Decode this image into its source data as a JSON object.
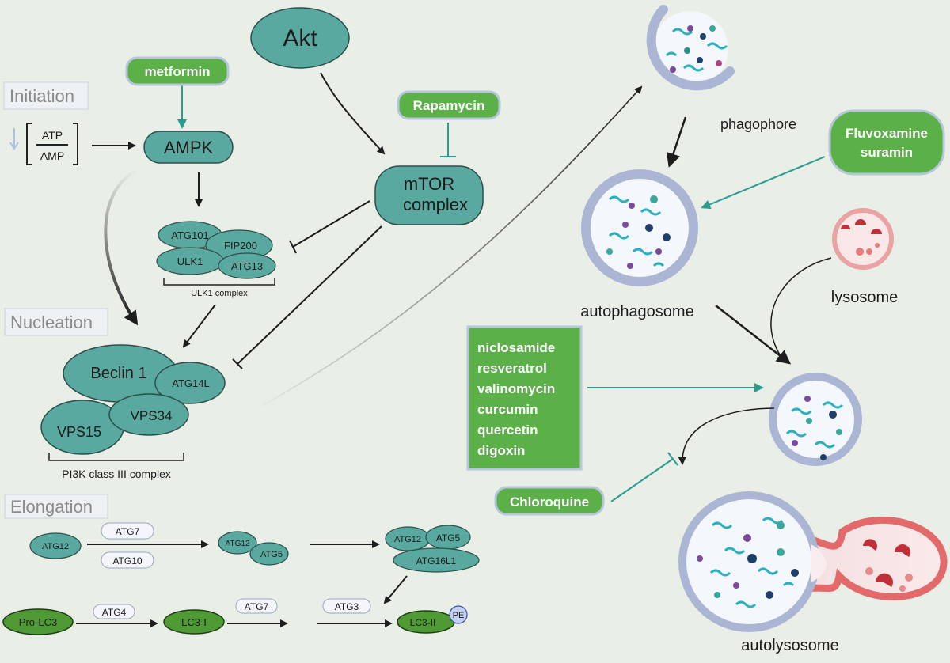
{
  "stages": {
    "initiation": "Initiation",
    "nucleation": "Nucleation",
    "elongation": "Elongation"
  },
  "ratio": {
    "top": "ATP",
    "bottom": "AMP"
  },
  "nodes": {
    "akt": "Akt",
    "ampk": "AMPK",
    "mtor_line1": "mTOR",
    "mtor_line2": "complex",
    "atg101": "ATG101",
    "fip200": "FIP200",
    "ulk1": "ULK1",
    "atg13": "ATG13",
    "ulk1_complex": "ULK1 complex",
    "beclin1": "Beclin 1",
    "atg14l": "ATG14L",
    "vps34": "VPS34",
    "vps15": "VPS15",
    "pi3k_complex": "PI3K class III complex",
    "atg12_a": "ATG12",
    "atg12_b": "ATG12",
    "atg5_b": "ATG5",
    "atg12_c": "ATG12",
    "atg5_c": "ATG5",
    "atg16l1": "ATG16L1",
    "atg7_a": "ATG7",
    "atg10": "ATG10",
    "pro_lc3": "Pro-LC3",
    "atg4": "ATG4",
    "lc3_i": "LC3-I",
    "atg7_b": "ATG7",
    "atg3": "ATG3",
    "lc3_ii": "LC3-II",
    "pe": "PE"
  },
  "drugs": {
    "metformin": "metformin",
    "rapamycin": "Rapamycin",
    "fluvoxamine_line1": "Fluvoxamine",
    "fluvoxamine_line2": "suramin",
    "chloroquine": "Chloroquine",
    "list": [
      "niclosamide",
      "resveratrol",
      "valinomycin",
      "curcumin",
      "quercetin",
      "digoxin"
    ]
  },
  "vesicles": {
    "phagophore": "phagophore",
    "autophagosome": "autophagosome",
    "lysosome": "lysosome",
    "autolysosome": "autolysosome"
  },
  "colors": {
    "background": "#e9eee7",
    "protein_teal": "#5aa9a0",
    "drug_green": "#5bb048",
    "lc3_green": "#4f9a35",
    "inhibit_teal": "#2a9d8f",
    "membrane": "#aab6d4",
    "lysosome_red": "#e36a6a"
  }
}
